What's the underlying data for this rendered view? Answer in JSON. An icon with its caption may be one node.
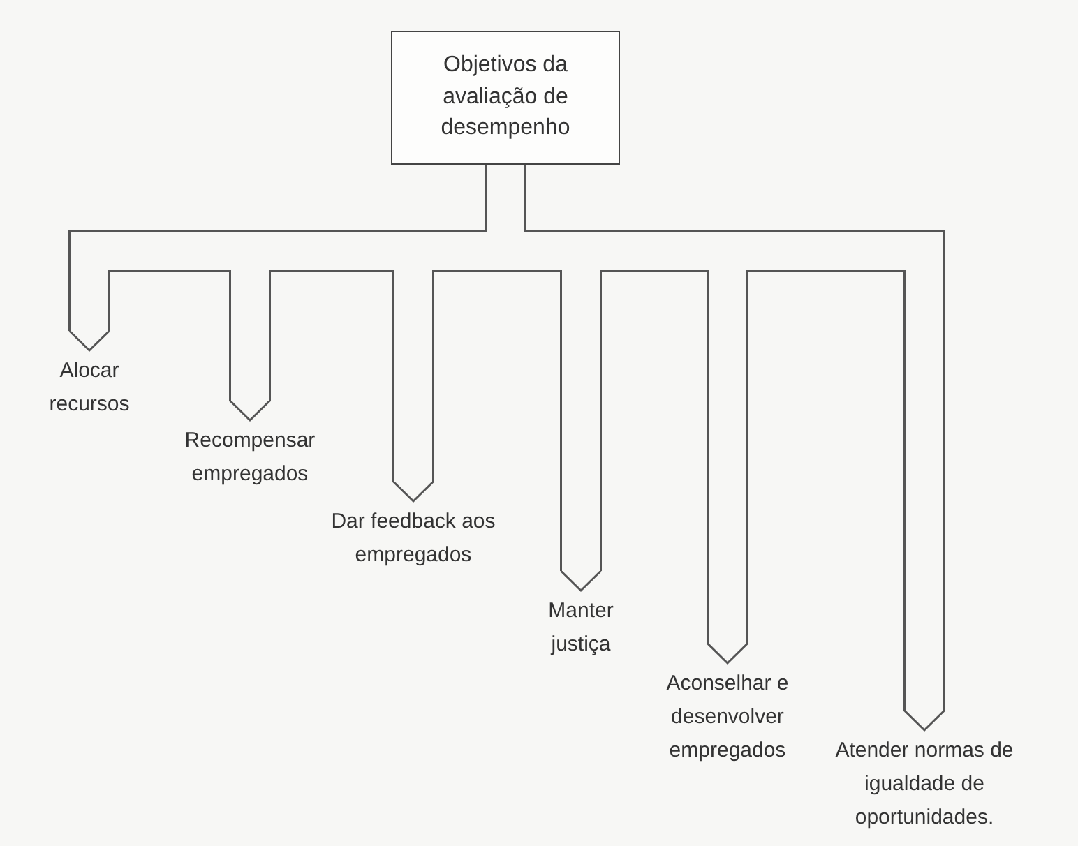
{
  "diagram": {
    "nodes": [
      {
        "text": [
          "Objetivos da avaliação de desempenho"
        ]
      },
      {
        "text": [
          "Alocar recursos"
        ]
      },
      {
        "text": [
          "Recompensar empregados"
        ]
      },
      {
        "text": [
          "Dar feedback aos empregados"
        ]
      },
      {
        "text": [
          "Manter justiça"
        ]
      },
      {
        "text": [
          "Aconselhar e desenvolver empregados"
        ]
      },
      {
        "text": [
          "Atender normas de igualdade de oportunidades."
        ]
      }
    ],
    "edges": [
      {
        "from": 0,
        "to": 1,
        "arrow": "to"
      },
      {
        "from": 0,
        "to": 2,
        "arrow": "to"
      },
      {
        "from": 0,
        "to": 3,
        "arrow": "to"
      },
      {
        "from": 0,
        "to": 4,
        "arrow": "to"
      },
      {
        "from": 0,
        "to": 5,
        "arrow": "to"
      },
      {
        "from": 0,
        "to": 6,
        "arrow": "to"
      }
    ]
  }
}
